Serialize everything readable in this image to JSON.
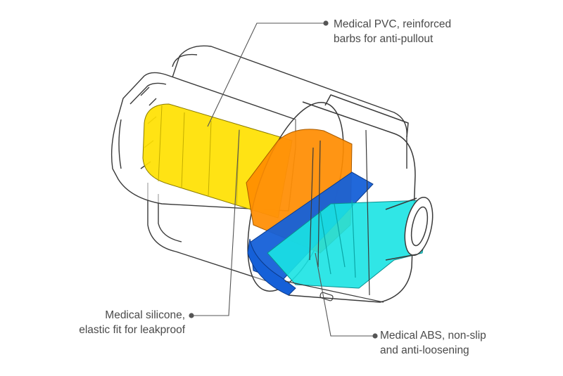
{
  "diagram": {
    "subject": "medical connector cutaway",
    "colors": {
      "outline": "#3a3a3a",
      "silicone": "#ffe100",
      "pvc": "#ff8c00",
      "abs": "#1560d8",
      "tube": "#19e3e3",
      "leader": "#555555"
    }
  },
  "callouts": {
    "pvc": {
      "line1": "Medical PVC, reinforced",
      "line2": "barbs for anti-pullout"
    },
    "silicone": {
      "line1": "Medical silicone,",
      "line2": "elastic fit for leakproof"
    },
    "abs": {
      "line1": "Medical ABS, non-slip",
      "line2": "and anti-loosening"
    }
  }
}
